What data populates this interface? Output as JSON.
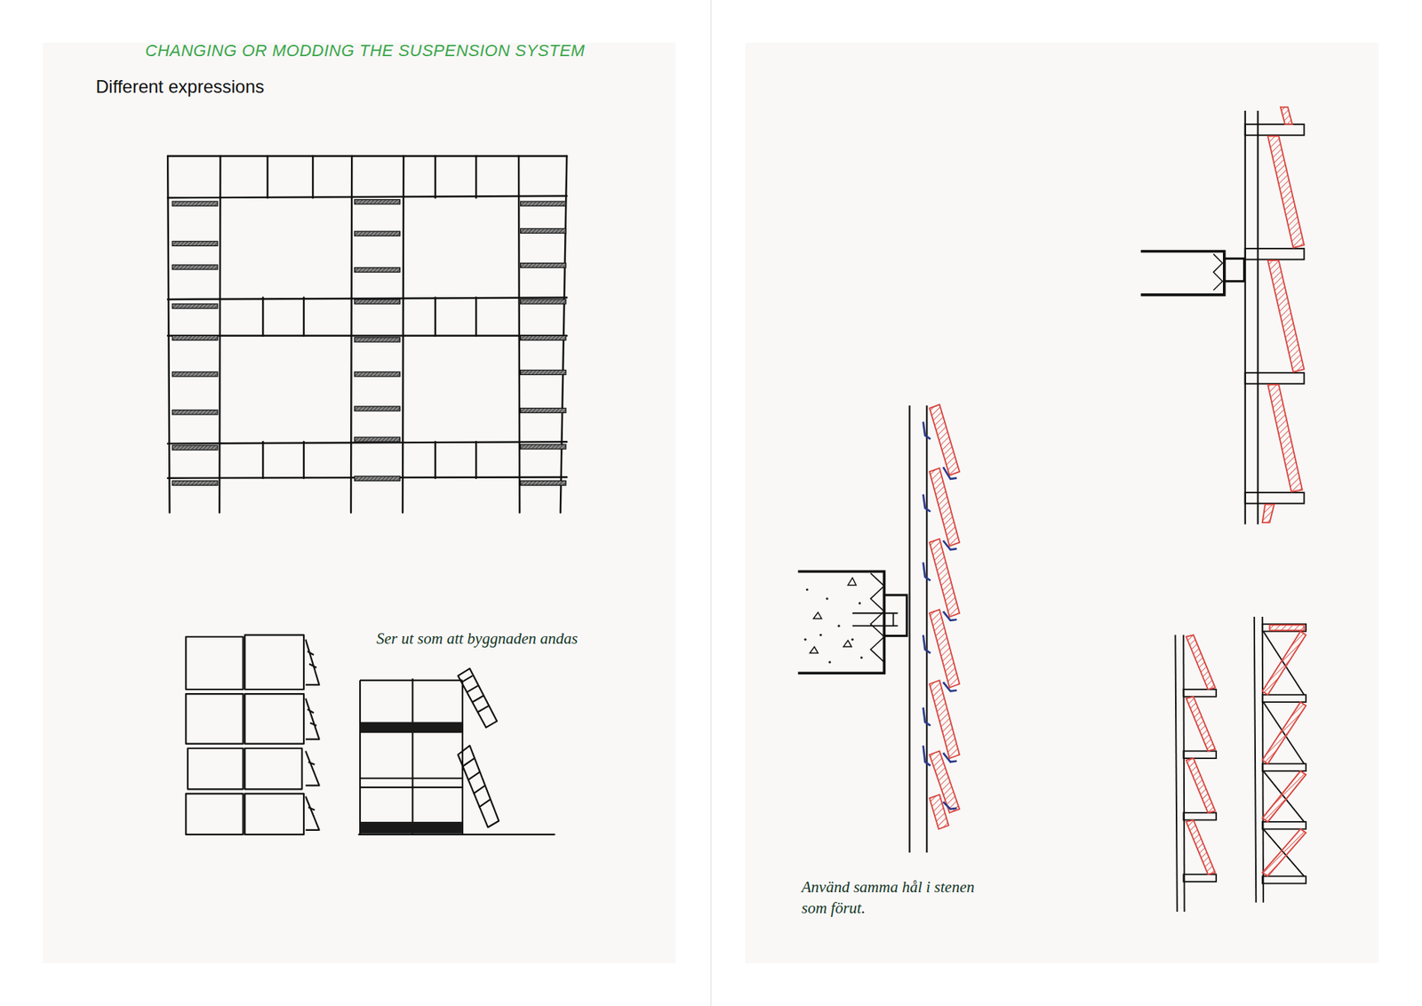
{
  "diagram": {
    "title": "CHANGING OR MODDING THE SUSPENSION SYSTEM",
    "labels": [
      "Different expressions",
      "Ser ut som att byggnaden andas",
      "Använd samma hål i stenen som förut."
    ]
  }
}
